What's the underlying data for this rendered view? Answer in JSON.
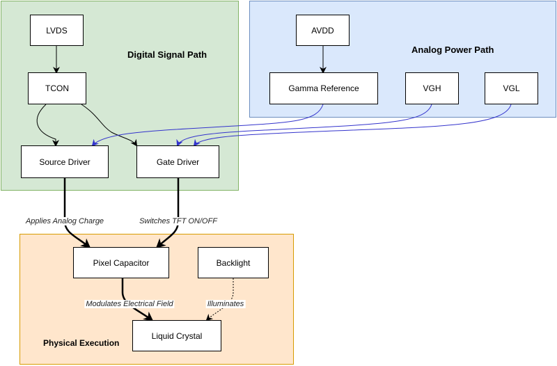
{
  "groups": {
    "digital": "Digital Signal Path",
    "analog": "Analog Power Path",
    "physical": "Physical Execution"
  },
  "nodes": {
    "lvds": "LVDS",
    "tcon": "TCON",
    "source_driver": "Source Driver",
    "gate_driver": "Gate Driver",
    "avdd": "AVDD",
    "gamma_reference": "Gamma Reference",
    "vgh": "VGH",
    "vgl": "VGL",
    "pixel_capacitor": "Pixel Capacitor",
    "backlight": "Backlight",
    "liquid_crystal": "Liquid Crystal"
  },
  "edge_labels": {
    "source_to_pixel": "Applies Analog Charge",
    "gate_to_pixel": "Switches TFT ON/OFF",
    "pixel_to_lc": "Modulates Electrical Field",
    "backlight_to_lc": "Illuminates"
  },
  "colors": {
    "digital_fill": "#d5e8d4",
    "digital_stroke": "#82b366",
    "analog_fill": "#dae8fc",
    "analog_stroke": "#6c8ebf",
    "physical_fill": "#ffe6cc",
    "physical_stroke": "#d79b00",
    "power_edge": "#3333cc",
    "signal_edge": "#000000"
  }
}
